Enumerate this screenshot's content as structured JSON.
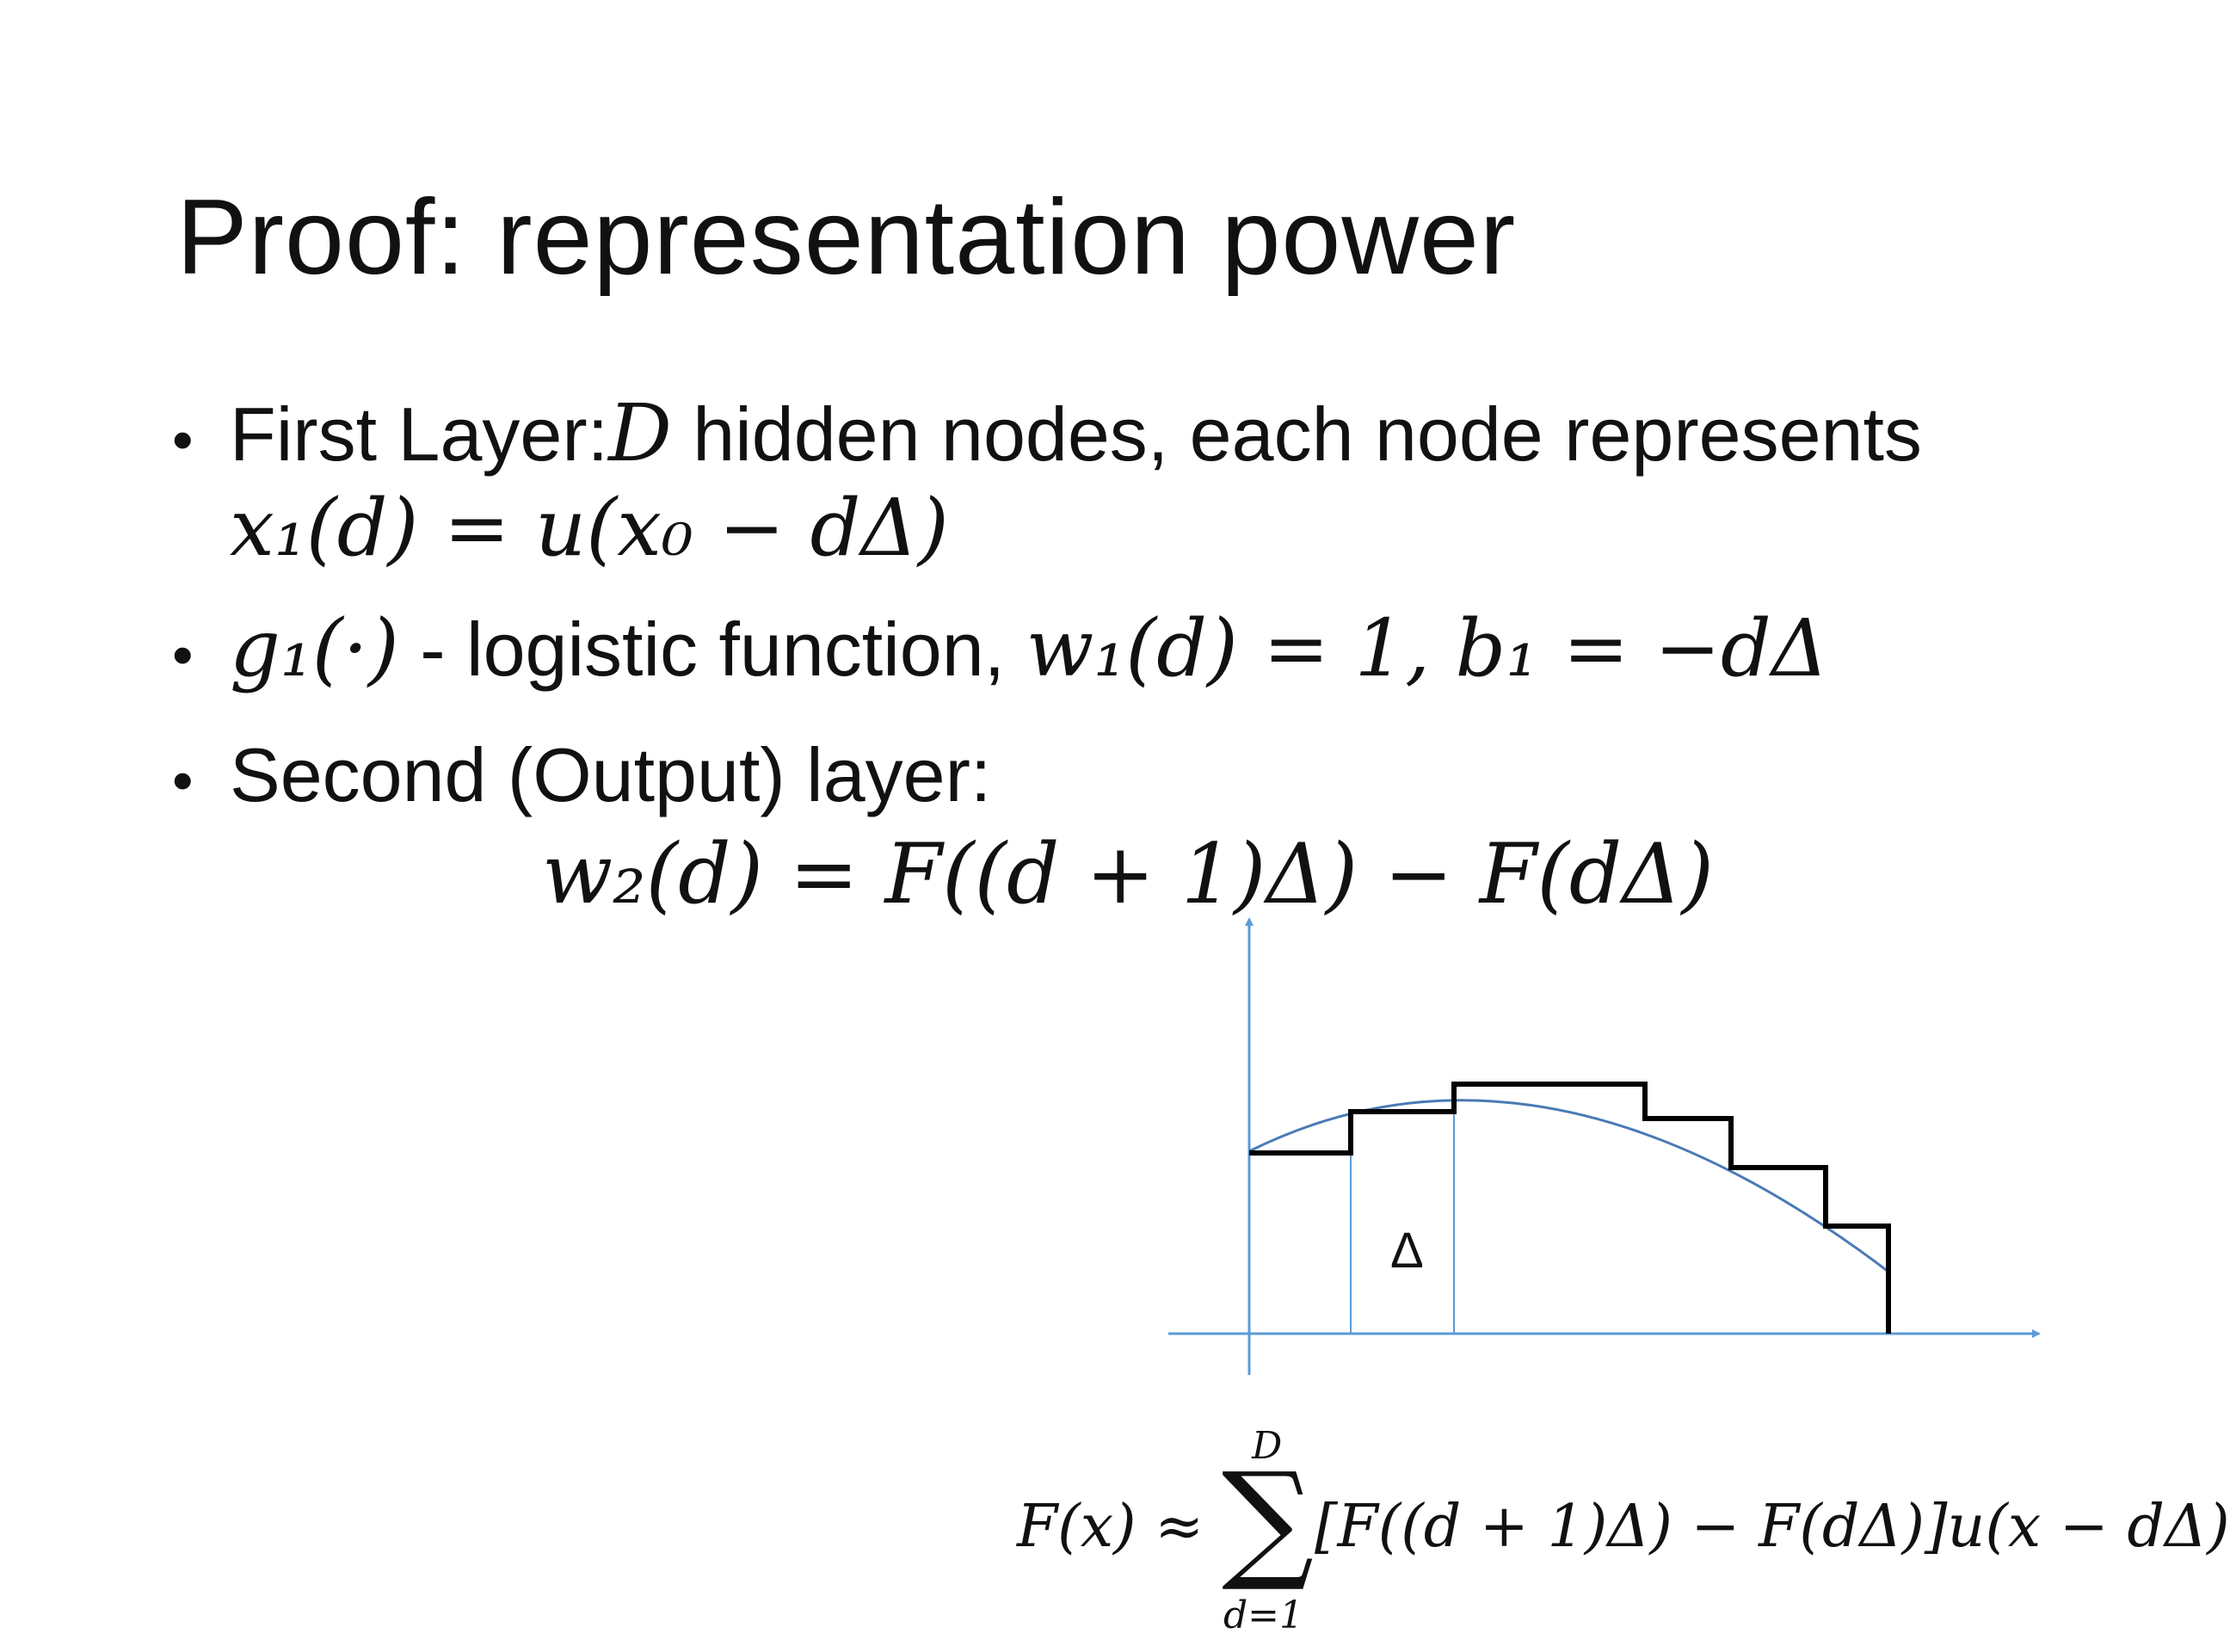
{
  "title": "Proof: representation power",
  "bullets": [
    {
      "bullet": "•",
      "text_pre": "First Layer: ",
      "var_D": "D",
      "text_post": " hidden nodes, each node represents",
      "equation": "x₁(d) = u(x₀ − dΔ)"
    },
    {
      "bullet": "•",
      "math_g": "g₁(·)",
      "text_mid": " - logistic function, ",
      "math_w": "w₁(d) = 1, b₁ = −dΔ"
    },
    {
      "bullet": "•",
      "text": "Second (Output) layer:"
    }
  ],
  "output_equation": "w₂(d) = F((d + 1)Δ) − F(dΔ)",
  "approx_equation": {
    "lhs": "F(x) ≈",
    "sum_top": "D",
    "sum_bottom": "d=1",
    "body": "[F((d + 1)Δ) − F(dΔ)]u(x − dΔ)"
  },
  "figure": {
    "delta_label": "Δ",
    "axis_color": "#5b9bd5",
    "curve_color": "#4a7ab5",
    "step_color": "#000000"
  }
}
